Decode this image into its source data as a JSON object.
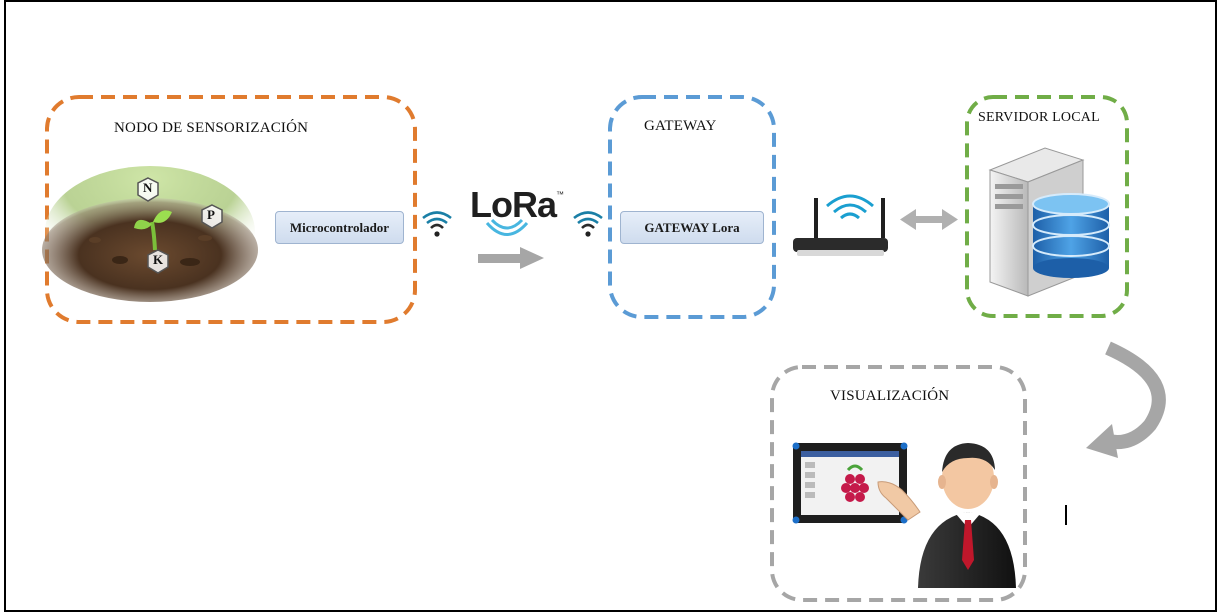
{
  "nodes": {
    "sensor_node": {
      "title": "NODO DE SENSORIZACIÓN",
      "microcontroller": "Microcontrolador"
    },
    "gateway": {
      "title": "GATEWAY",
      "device": "GATEWAY Lora"
    },
    "server": {
      "title": "SERVIDOR LOCAL"
    },
    "visualization": {
      "title": "VISUALIZACIÓN"
    }
  },
  "logo": {
    "text": "LoRa",
    "mark": "™"
  },
  "nutrients": [
    "N",
    "P",
    "K"
  ],
  "colors": {
    "sensor_border": "#e07b2e",
    "gateway_border": "#5b9bd5",
    "server_border": "#70ad47",
    "visual_border": "#a6a6a6",
    "arrow_gray": "#a6a6a6",
    "button_fill": "#dce6f4"
  },
  "icons": [
    "wifi-icon",
    "router-icon",
    "server-icon",
    "database-icon",
    "touchscreen-icon",
    "raspberry-icon",
    "person-icon",
    "plant-icon"
  ]
}
